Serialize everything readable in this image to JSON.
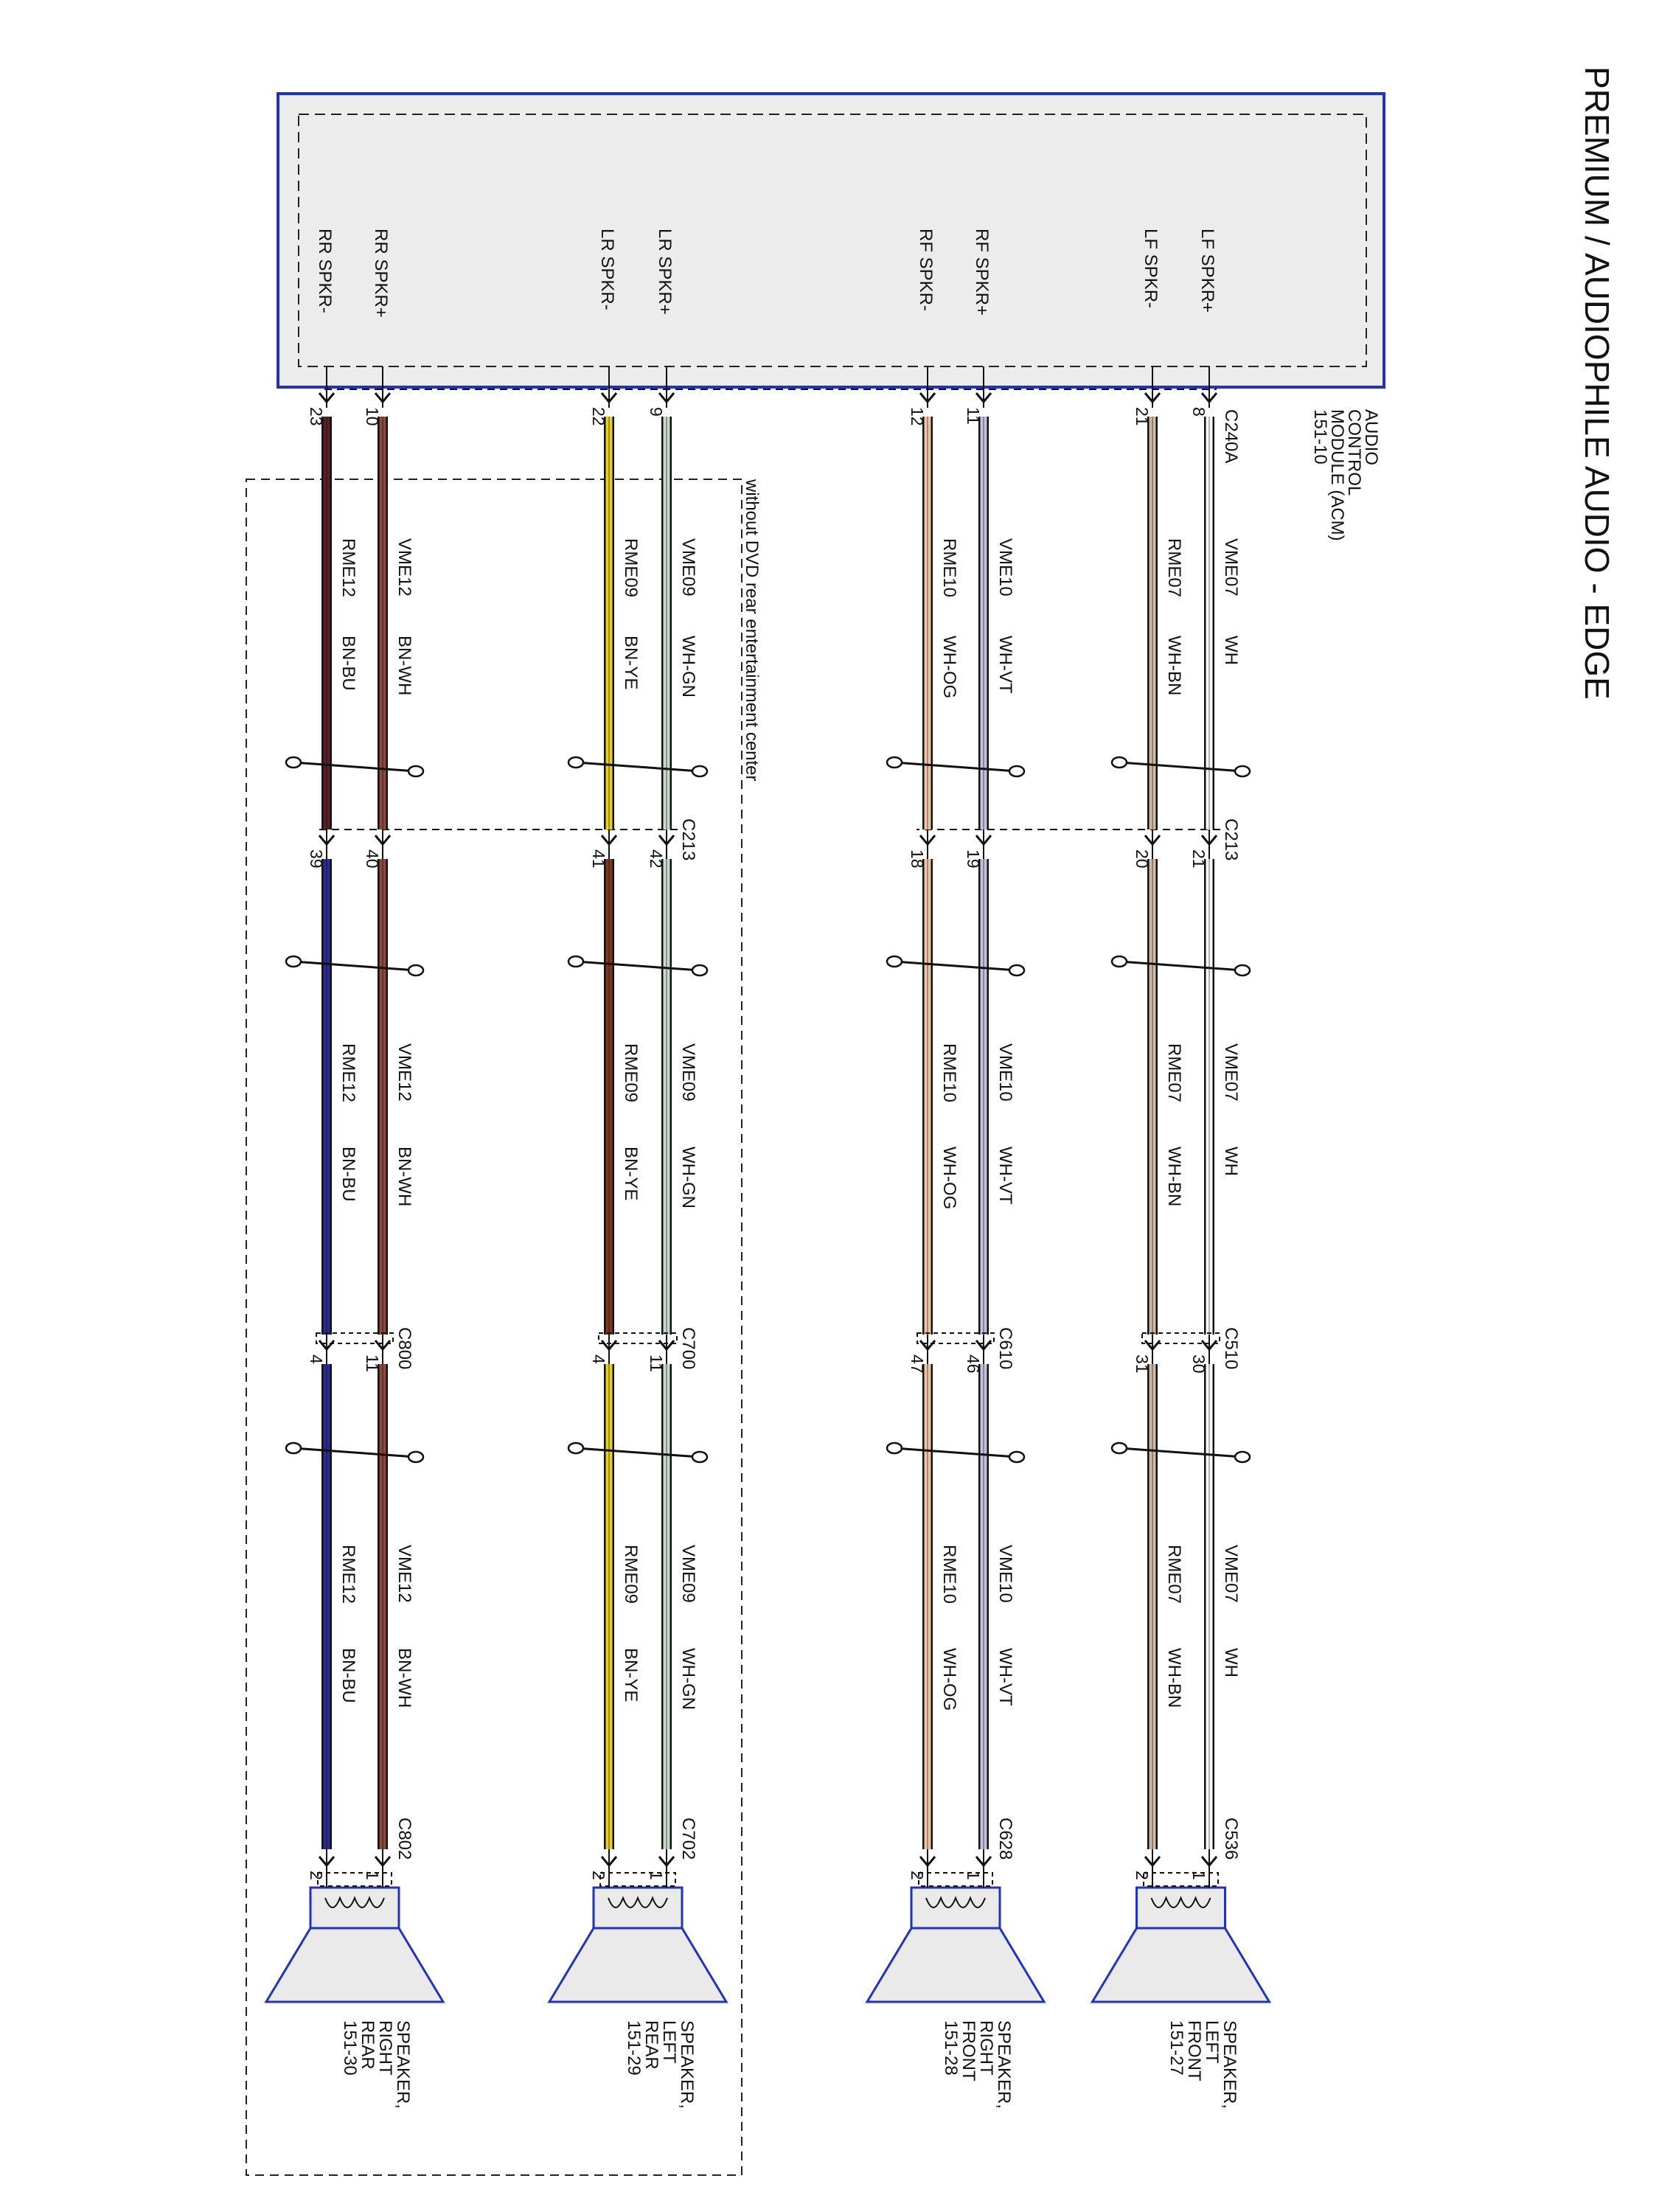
{
  "title": "PREMIUM / AUDIOPHILE AUDIO - EDGE",
  "module": {
    "lines": [
      "AUDIO",
      "CONTROL",
      "MODULE (ACM)",
      "151-10"
    ],
    "connector": "C240A"
  },
  "inline_connectors": {
    "c213_label": "C213",
    "dvd_note": "without DVD rear entertainment center"
  },
  "colors": {
    "module_border": "#2233bb",
    "module_fill": "#ececec",
    "WH": "#ffffff",
    "WH-BN": "#cdb9a6",
    "WH-VT": "#c9c0dd",
    "WH-OG": "#f0c4a6",
    "WH-GN": "#c6dcc8",
    "BN-YE": "#e7cf2a",
    "BN-WH": "#8b4a3a",
    "BN-BU": "#2a2a8f",
    "BN-BU-dark": "#5a1e2a",
    "BN-YE-dark": "#7b3a1f",
    "speaker_border": "#2233bb",
    "speaker_fill": "#eaeaea"
  },
  "groups": [
    {
      "id": "lf",
      "circuits": [
        {
          "label": "LF SPKR+",
          "pin_acm": "8",
          "segments": [
            {
              "circuit": "VME07",
              "color_code": "WH",
              "color_key": "WH"
            },
            {
              "circuit": "VME07",
              "color_code": "WH",
              "color_key": "WH"
            },
            {
              "circuit": "VME07",
              "color_code": "WH",
              "color_key": "WH"
            }
          ],
          "pin_c213": "21",
          "pin_c3": "30",
          "pin_spk": "1"
        },
        {
          "label": "LF SPKR-",
          "pin_acm": "21",
          "segments": [
            {
              "circuit": "RME07",
              "color_code": "WH-BN",
              "color_key": "WH-BN"
            },
            {
              "circuit": "RME07",
              "color_code": "WH-BN",
              "color_key": "WH-BN"
            },
            {
              "circuit": "RME07",
              "color_code": "WH-BN",
              "color_key": "WH-BN"
            }
          ],
          "pin_c213": "20",
          "pin_c3": "31",
          "pin_spk": "2"
        }
      ],
      "c213": "C213",
      "c3": "C510",
      "c4": "C536",
      "speaker": [
        "SPEAKER,",
        "LEFT",
        "FRONT",
        "151-27"
      ]
    },
    {
      "id": "rf",
      "circuits": [
        {
          "label": "RF SPKR+",
          "pin_acm": "11",
          "segments": [
            {
              "circuit": "VME10",
              "color_code": "WH-VT",
              "color_key": "WH-VT"
            },
            {
              "circuit": "VME10",
              "color_code": "WH-VT",
              "color_key": "WH-VT"
            },
            {
              "circuit": "VME10",
              "color_code": "WH-VT",
              "color_key": "WH-VT"
            }
          ],
          "pin_c213": "19",
          "pin_c3": "46",
          "pin_spk": "1"
        },
        {
          "label": "RF SPKR-",
          "pin_acm": "12",
          "segments": [
            {
              "circuit": "RME10",
              "color_code": "WH-OG",
              "color_key": "WH-OG"
            },
            {
              "circuit": "RME10",
              "color_code": "WH-OG",
              "color_key": "WH-OG"
            },
            {
              "circuit": "RME10",
              "color_code": "WH-OG",
              "color_key": "WH-OG"
            }
          ],
          "pin_c213": "18",
          "pin_c3": "47",
          "pin_spk": "2"
        }
      ],
      "c213": "",
      "c3": "C610",
      "c4": "C628",
      "speaker": [
        "SPEAKER,",
        "RIGHT",
        "FRONT",
        "151-28"
      ]
    },
    {
      "id": "lr",
      "circuits": [
        {
          "label": "LR SPKR+",
          "pin_acm": "9",
          "segments": [
            {
              "circuit": "VME09",
              "color_code": "WH-GN",
              "color_key": "WH-GN"
            },
            {
              "circuit": "VME09",
              "color_code": "WH-GN",
              "color_key": "WH-GN"
            },
            {
              "circuit": "VME09",
              "color_code": "WH-GN",
              "color_key": "WH-GN"
            }
          ],
          "pin_c213": "42",
          "pin_c3": "11",
          "pin_spk": "1"
        },
        {
          "label": "LR SPKR-",
          "pin_acm": "22",
          "segments": [
            {
              "circuit": "RME09",
              "color_code": "BN-YE",
              "color_key": "BN-YE"
            },
            {
              "circuit": "RME09",
              "color_code": "BN-YE",
              "color_key": "BN-YE-dark"
            },
            {
              "circuit": "RME09",
              "color_code": "BN-YE",
              "color_key": "BN-YE"
            }
          ],
          "pin_c213": "41",
          "pin_c3": "4",
          "pin_spk": "2"
        }
      ],
      "c213": "C213",
      "c3": "C700",
      "c4": "C702",
      "speaker": [
        "SPEAKER,",
        "LEFT",
        "REAR",
        "151-29"
      ]
    },
    {
      "id": "rr",
      "circuits": [
        {
          "label": "RR SPKR+",
          "pin_acm": "10",
          "segments": [
            {
              "circuit": "VME12",
              "color_code": "BN-WH",
              "color_key": "BN-WH"
            },
            {
              "circuit": "VME12",
              "color_code": "BN-WH",
              "color_key": "BN-WH"
            },
            {
              "circuit": "VME12",
              "color_code": "BN-WH",
              "color_key": "BN-WH"
            }
          ],
          "pin_c213": "40",
          "pin_c3": "11",
          "pin_spk": "1"
        },
        {
          "label": "RR SPKR-",
          "pin_acm": "23",
          "segments": [
            {
              "circuit": "RME12",
              "color_code": "BN-BU",
              "color_key": "BN-BU-dark"
            },
            {
              "circuit": "RME12",
              "color_code": "BN-BU",
              "color_key": "BN-BU"
            },
            {
              "circuit": "RME12",
              "color_code": "BN-BU",
              "color_key": "BN-BU"
            }
          ],
          "pin_c213": "39",
          "pin_c3": "4",
          "pin_spk": "2"
        }
      ],
      "c213": "",
      "c3": "C800",
      "c4": "C802",
      "speaker": [
        "SPEAKER,",
        "RIGHT",
        "REAR",
        "151-30"
      ]
    }
  ]
}
